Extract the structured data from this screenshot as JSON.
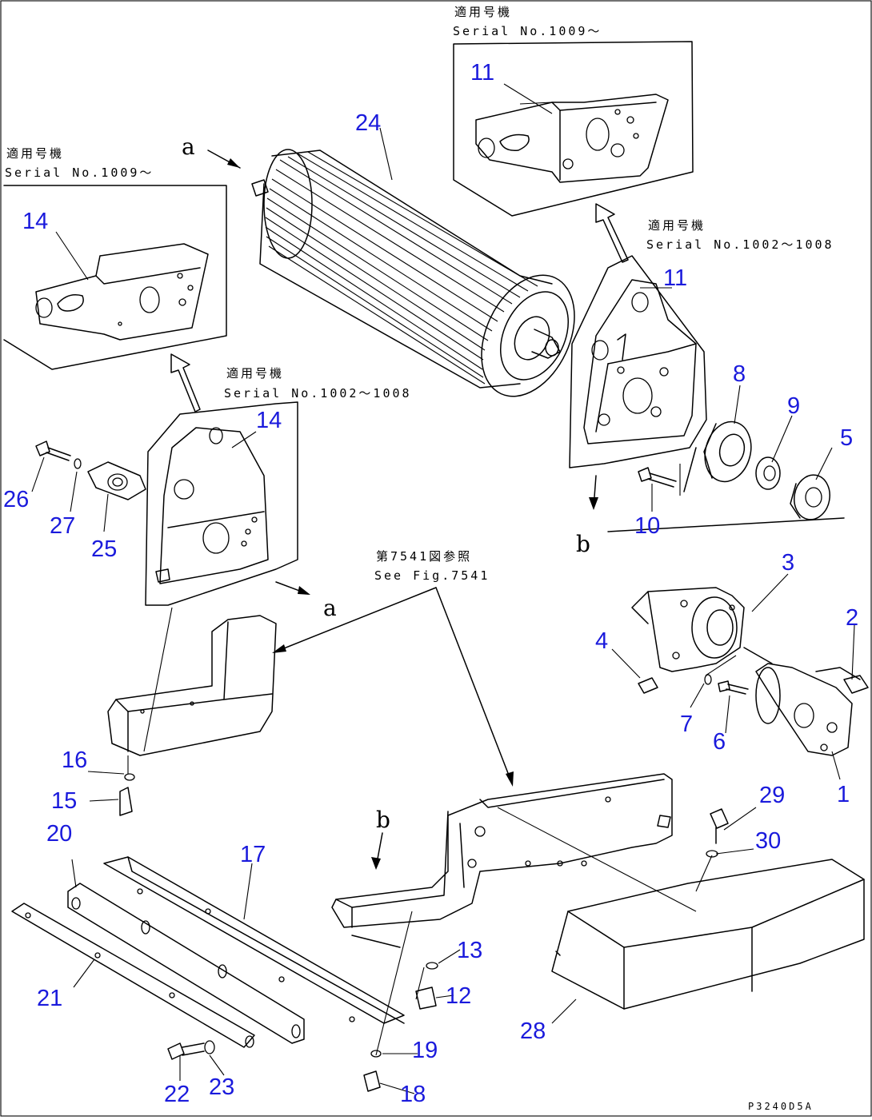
{
  "drawing_code": "P3240D5A",
  "callouts": [
    "1",
    "2",
    "3",
    "4",
    "5",
    "6",
    "7",
    "8",
    "9",
    "10",
    "11",
    "11",
    "12",
    "13",
    "14",
    "14",
    "15",
    "16",
    "17",
    "18",
    "19",
    "20",
    "21",
    "22",
    "23",
    "24",
    "25",
    "26",
    "27",
    "28",
    "29",
    "30"
  ],
  "notes": {
    "applicable_serial_top_jp": "適用号機",
    "applicable_serial_top_en": "Serial No.1009～",
    "applicable_serial_left_jp": "適用号機",
    "applicable_serial_left_en": "Serial No.1009～",
    "applicable_serial_mid_right_jp": "適用号機",
    "applicable_serial_mid_right_en": "Serial No.1002～1008",
    "applicable_serial_mid_left_jp": "適用号機",
    "applicable_serial_mid_left_en": "Serial No.1002～1008",
    "see_fig_jp": "第7541図参照",
    "see_fig_en": "See Fig.7541"
  },
  "refs": {
    "a1": "a",
    "a2": "a",
    "b1": "b",
    "b2": "b"
  }
}
